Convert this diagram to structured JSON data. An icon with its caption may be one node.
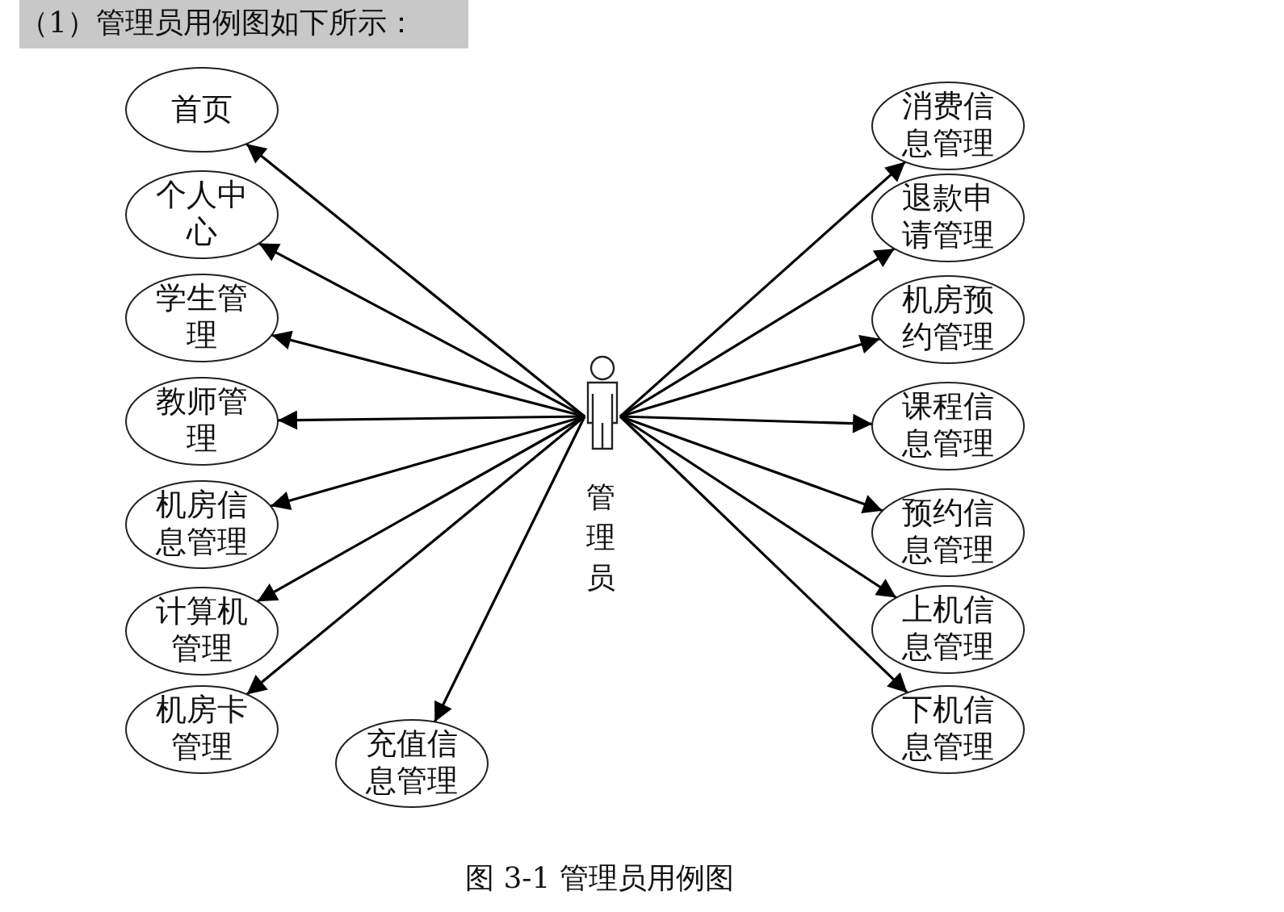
{
  "diagram": {
    "title": "（1）管理员用例图如下所示：",
    "caption": "图 3-1 管理员用例图",
    "nodes": [
      {
        "text": [
          "管理员"
        ]
      },
      {
        "text": [
          "首页"
        ]
      },
      {
        "text": [
          "个人中心"
        ]
      },
      {
        "text": [
          "学生管理"
        ]
      },
      {
        "text": [
          "教师管理"
        ]
      },
      {
        "text": [
          "机房信息管理"
        ]
      },
      {
        "text": [
          "计算机管理"
        ]
      },
      {
        "text": [
          "机房卡管理"
        ]
      },
      {
        "text": [
          "充值信息管理"
        ]
      },
      {
        "text": [
          "消费信息管理"
        ]
      },
      {
        "text": [
          "退款申请管理"
        ]
      },
      {
        "text": [
          "机房预约管理"
        ]
      },
      {
        "text": [
          "课程信息管理"
        ]
      },
      {
        "text": [
          "预约信息管理"
        ]
      },
      {
        "text": [
          "上机信息管理"
        ]
      },
      {
        "text": [
          "下机信息管理"
        ]
      }
    ],
    "edges": [
      {
        "from": 0,
        "to": 1,
        "arrow": "to"
      },
      {
        "from": 0,
        "to": 2,
        "arrow": "to"
      },
      {
        "from": 0,
        "to": 3,
        "arrow": "to"
      },
      {
        "from": 0,
        "to": 4,
        "arrow": "to"
      },
      {
        "from": 0,
        "to": 5,
        "arrow": "to"
      },
      {
        "from": 0,
        "to": 6,
        "arrow": "to"
      },
      {
        "from": 0,
        "to": 7,
        "arrow": "to"
      },
      {
        "from": 0,
        "to": 8,
        "arrow": "to"
      },
      {
        "from": 0,
        "to": 9,
        "arrow": "to"
      },
      {
        "from": 0,
        "to": 10,
        "arrow": "to"
      },
      {
        "from": 0,
        "to": 11,
        "arrow": "to"
      },
      {
        "from": 0,
        "to": 12,
        "arrow": "to"
      },
      {
        "from": 0,
        "to": 13,
        "arrow": "to"
      },
      {
        "from": 0,
        "to": 14,
        "arrow": "to"
      },
      {
        "from": 0,
        "to": 15,
        "arrow": "to"
      }
    ]
  }
}
